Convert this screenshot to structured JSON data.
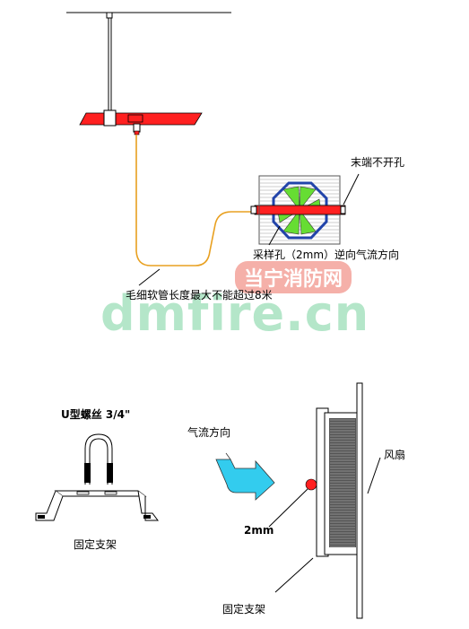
{
  "labels": {
    "end_no_hole": "末端不开孔",
    "sampling_hole": "采样孔（2mm）逆向气流方向",
    "capillary_note": "毛细软管长度最大不能超过8米",
    "u_bolt": "U型螺丝 3/4\"",
    "airflow_direction": "气流方向",
    "fan": "风扇",
    "hole_size": "2mm",
    "bracket_left": "固定支架",
    "bracket_right": "固定支架"
  },
  "watermark": {
    "brand_cn": "当宁消防网",
    "domain": "dmfire.cn"
  },
  "colors": {
    "pipe_red": "#ff2020",
    "hose_orange": "#e8a020",
    "fan_green": "#66dd33",
    "fan_blue": "#2244aa",
    "arrow_cyan": "#33ccee",
    "watermark_green": "#a8e2c0",
    "watermark_pink": "#f4a8a0"
  }
}
